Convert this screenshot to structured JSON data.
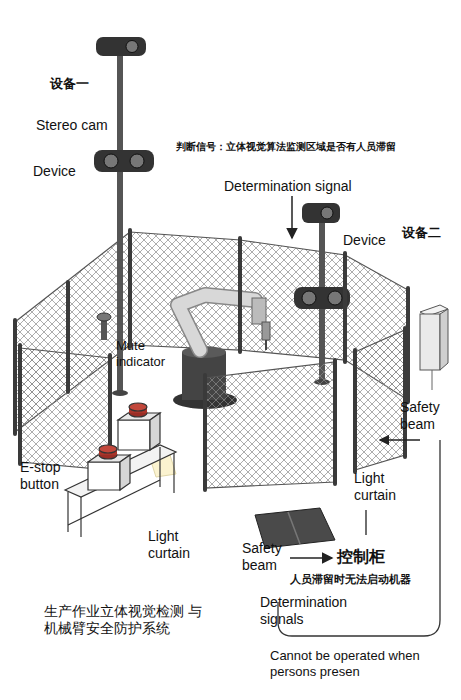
{
  "diagram": {
    "caption": "生产作业立体视觉检测 与机械臂安全防护系统",
    "labels": [
      "设备一",
      "Stereo cam",
      "判断信号：立体视觉算法监测区域是否有人员滞留",
      "Device",
      "Determination signal",
      "Device",
      "设备二",
      "Mute indicator",
      "Safety beam",
      "E-stop button",
      "Light curtain",
      "Light curtain",
      "Safety beam",
      "控制柜",
      "人员滞留时无法启动机器",
      "Determination signals",
      "Cannot be operated when persons presen"
    ]
  }
}
